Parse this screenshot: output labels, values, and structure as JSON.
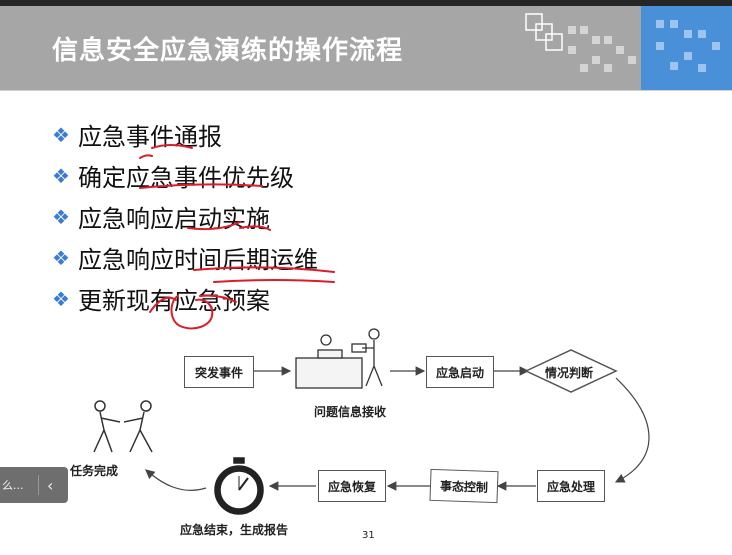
{
  "slide": {
    "title": "信息安全应急演练的操作流程",
    "page_number": "31"
  },
  "bullets": [
    "应急事件通报",
    "确定应急事件优先级",
    "应急响应启动实施",
    "应急响应时间后期运维",
    "更新现有应急预案"
  ],
  "bullet_icon": "diamond-bullet-icon",
  "flow": {
    "burst": "突发事件",
    "receive": "问题信息接收",
    "start": "应急启动",
    "judge": "情况判断",
    "handle": "应急处理",
    "control": "事态控制",
    "recover": "应急恢复",
    "end": "应急结束，生成报告",
    "done": "任务完成"
  },
  "overlay": {
    "text": "么...",
    "icon": "chevron-left-icon"
  },
  "colors": {
    "header_gray": "#a6a6a6",
    "header_blue": "#4a90d9",
    "bullet_blue": "#3a7bd5",
    "ink_red": "#d81e2a"
  }
}
